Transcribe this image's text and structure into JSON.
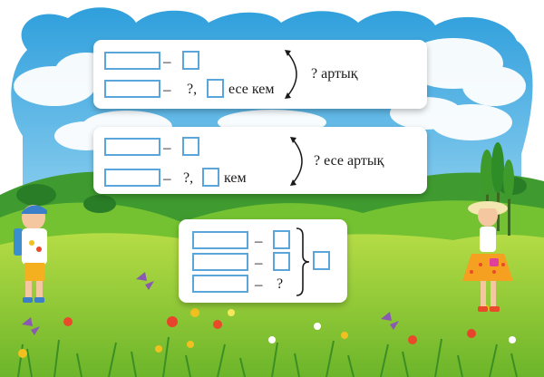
{
  "colors": {
    "sky": "#3aa7de",
    "cloud": "#ffffff",
    "grass_light": "#a3d13a",
    "grass_mid": "#6fbf2e",
    "grass_dark": "#2e8a2a",
    "box_border": "#5aa6da"
  },
  "card1": {
    "row1_dash": "–",
    "row2_dash": "–",
    "row2_question": "?,",
    "row2_label": "есе кем",
    "side_label": "? артық"
  },
  "card2": {
    "row1_dash": "–",
    "row2_dash": "–",
    "row2_question": "?,",
    "row2_label": "кем",
    "side_label": "? есе артық"
  },
  "card3": {
    "row1_dash": "–",
    "row2_dash": "–",
    "row3_dash": "–",
    "row3_question": "?"
  },
  "icons": [
    "curved-arrow-icon",
    "curly-brace-icon",
    "butterfly-icon",
    "flower-icon"
  ]
}
